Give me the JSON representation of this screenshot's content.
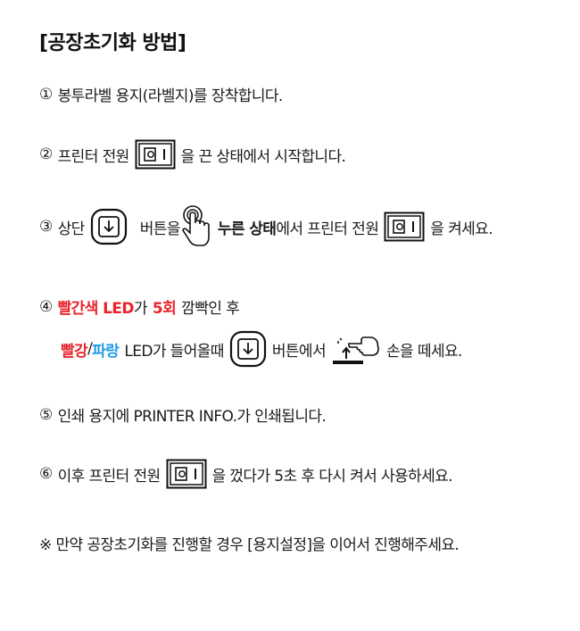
{
  "title": "[공장초기화 방법]",
  "steps": {
    "s1": {
      "num": "①",
      "text": "봉투라벨 용지(라벨지)를 장착합니다."
    },
    "s2": {
      "num": "②",
      "pre": "프린터 전원",
      "post": "을 끈 상태에서 시작합니다."
    },
    "s3": {
      "num": "③",
      "pre": "상단",
      "mid": "버튼을",
      "bold": "누른 상태",
      "mid2": "에서 프린터 전원",
      "post": "을 켜세요."
    },
    "s4": {
      "num": "④",
      "red1": "빨간색 LED",
      "t1": "가",
      "red2": "5회",
      "t2": "깜빡인 후",
      "red3": "빨강",
      "slash": "/",
      "blue": "파랑",
      "t3": "LED가 들어올때",
      "t4": "버튼에서",
      "t5": "손을 떼세요."
    },
    "s5": {
      "num": "⑤",
      "text": "인쇄 용지에 PRINTER INFO.가 인쇄됩니다."
    },
    "s6": {
      "num": "⑥",
      "pre": "이후 프린터 전원",
      "post": "을 껐다가 5초 후 다시 켜서 사용하세요."
    },
    "note": "※ 만약 공장초기화를 진행할 경우 [용지설정]을 이어서 진행해주세요."
  },
  "colors": {
    "red": "#e8242b",
    "blue": "#1e9be3"
  },
  "icons": {
    "power": "power-switch-icon",
    "feed": "feed-button-icon",
    "press": "finger-press-icon",
    "release": "hand-release-icon"
  }
}
